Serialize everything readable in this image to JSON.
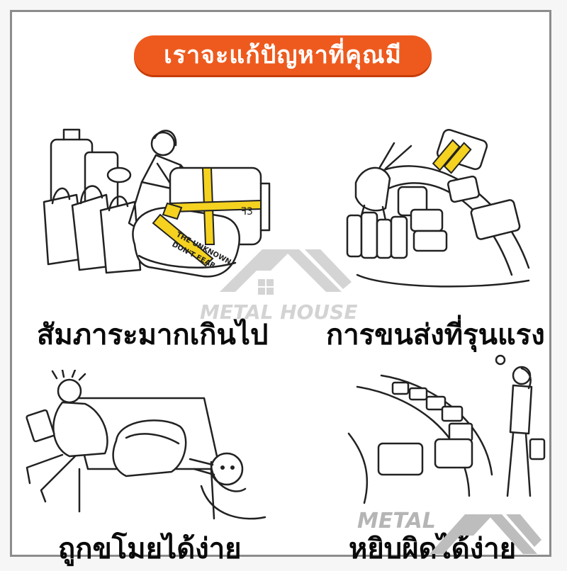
{
  "header": {
    "title": "เราจะแก้ปัญหาที่คุณมี"
  },
  "panels": [
    {
      "caption": "สัมภาระมากเกินไป",
      "scene": "overpacked-luggage",
      "tag_text_1": "DON'T FEAR",
      "tag_text_2": "THE UNKNOWN",
      "case_mark": "ꟻ3"
    },
    {
      "caption": "การขนส่งที่รุนแรง",
      "scene": "rough-handling"
    },
    {
      "caption": "ถูกขโมยได้ง่าย",
      "scene": "theft"
    },
    {
      "caption": "หยิบผิดได้ง่าย",
      "scene": "wrong-pickup"
    }
  ],
  "watermark": {
    "center_text": "METAL HOUSE",
    "corner_text": "METAL"
  },
  "colors": {
    "accent": "#ee5a1e",
    "strap": "#f4d21f",
    "frame": "#8c8c8c",
    "ink": "#222222"
  }
}
